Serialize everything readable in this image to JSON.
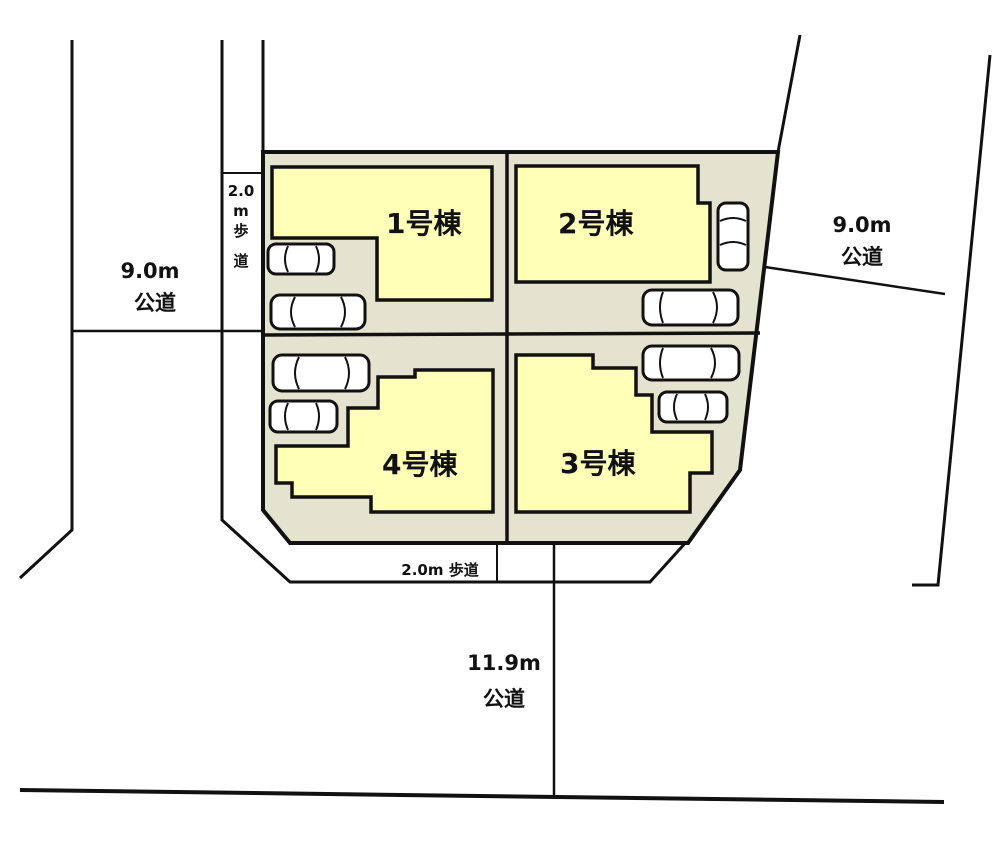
{
  "colors": {
    "lot_fill": "#e4e3cf",
    "house_fill": "#ffffb7",
    "line": "#111111",
    "background": "#ffffff"
  },
  "houses": [
    {
      "id": 1,
      "label": "1号棟",
      "parking_spaces": 2
    },
    {
      "id": 2,
      "label": "2号棟",
      "parking_spaces": 2
    },
    {
      "id": 3,
      "label": "3号棟",
      "parking_spaces": 2
    },
    {
      "id": 4,
      "label": "4号棟",
      "parking_spaces": 2
    }
  ],
  "roads": {
    "west": {
      "width": "9.0m",
      "type": "公道"
    },
    "east": {
      "width": "9.0m",
      "type": "公道"
    },
    "south": {
      "width": "11.9m",
      "type": "公道"
    }
  },
  "sidewalks": {
    "west": {
      "width": "2.0",
      "unit": "m",
      "type": "歩道",
      "label_lines": [
        "2.0",
        "m",
        "歩",
        "道"
      ]
    },
    "south": {
      "label": "2.0m 歩道"
    }
  }
}
